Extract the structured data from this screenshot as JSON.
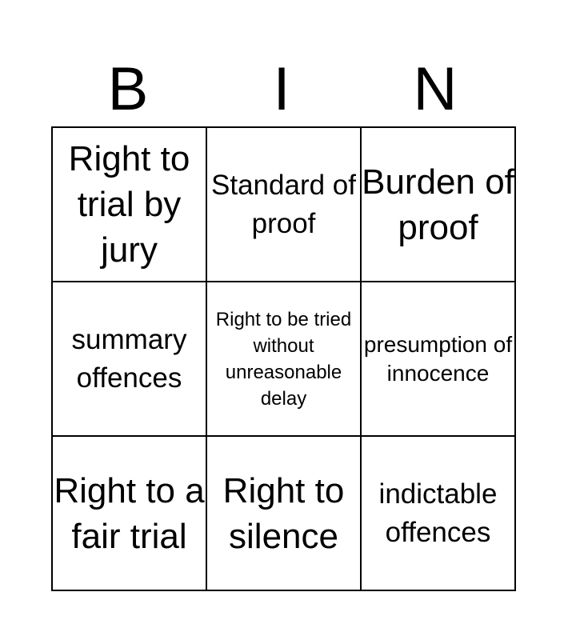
{
  "header": [
    "B",
    "I",
    "N"
  ],
  "cells": [
    [
      "Right to trial by jury",
      "Standard of proof",
      "Burden of proof"
    ],
    [
      "summary offences",
      "Right to be tried without unreasonable delay",
      "presumption of innocence"
    ],
    [
      "Right to a fair trial",
      "Right to silence",
      "indictable offences"
    ]
  ]
}
